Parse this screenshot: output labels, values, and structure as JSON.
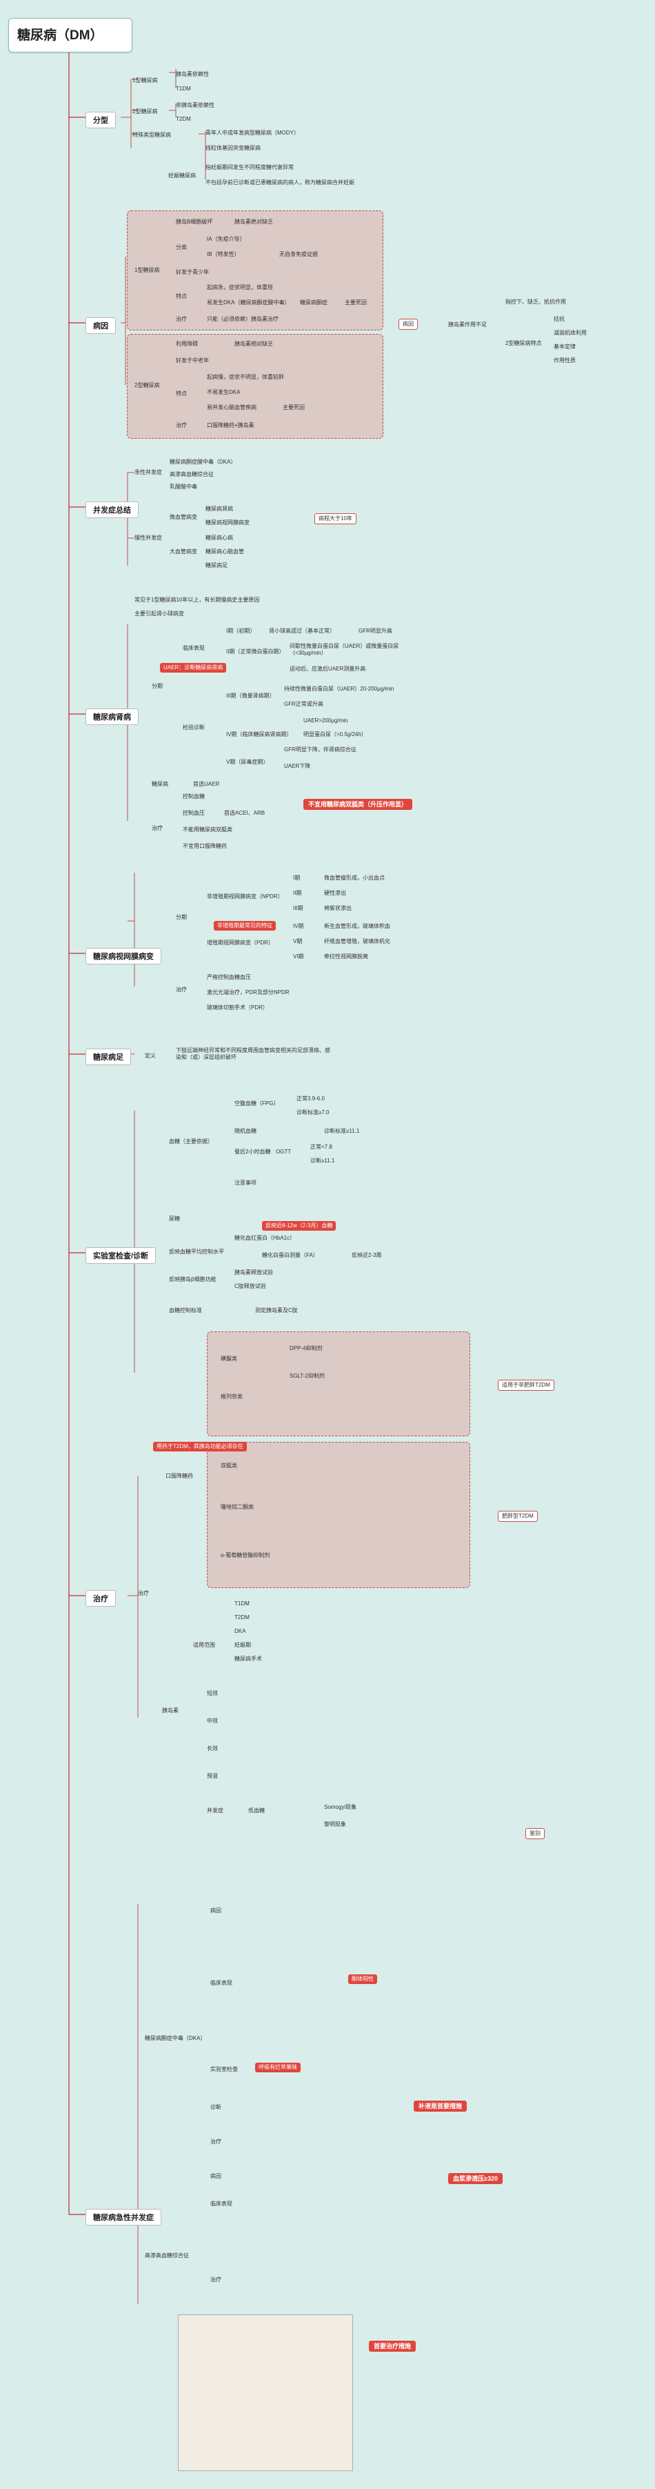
{
  "root": {
    "title": "糖尿病（DM）"
  },
  "main_sections": [
    {
      "label": "分型"
    },
    {
      "label": "病因"
    },
    {
      "label": "并发症总结"
    },
    {
      "label": "糖尿病肾病"
    },
    {
      "label": "糖尿病视网膜病变"
    },
    {
      "label": "糖尿病足"
    },
    {
      "label": "实验室检查/诊断"
    },
    {
      "label": "治疗"
    },
    {
      "label": "糖尿病急性并发症"
    }
  ],
  "classification": {
    "items": [
      "1型糖尿病",
      "2型糖尿病",
      "特殊类型糖尿病",
      "妊娠糖尿病"
    ],
    "sub": [
      "胰岛素依赖性",
      "T1DM",
      "非胰岛素依赖性",
      "T2DM",
      "青年人中成年发病型糖尿病（MODY）",
      "线粒体基因突变糖尿病",
      "指妊娠期间发生不同程度糖代谢异常",
      "不包括孕前已诊断或已患糖尿病的病人，称为糖尿病合并妊娠"
    ]
  },
  "etiology": {
    "t1": {
      "label": "1型糖尿病",
      "items": [
        "胰岛B细胞破坏",
        "胰岛素绝对缺乏",
        "分类",
        "IA（免疫介导）",
        "IB（特发性）",
        "无自身免疫证据",
        "好发于青少年",
        "特点",
        "起病急，症状明显，体重轻",
        "易发生DKA（糖尿病酮症酸中毒）",
        "糖尿病酮症",
        "主要死因",
        "治疗",
        "只能（必须依赖）胰岛素治疗"
      ]
    },
    "t2": {
      "label": "2型糖尿病",
      "items": [
        "利用障碍",
        "胰岛素相对缺乏",
        "好发于中老年",
        "特点",
        "起病慢，症状不明显，体重较胖",
        "不易发生DKA",
        "易并发心脑血管疾病",
        "主要死因",
        "治疗",
        "口服降糖药+胰岛素"
      ]
    },
    "summary": "病因",
    "right": [
      "胰岛素作用不足",
      "指控下、缺乏、抵抗作用",
      "拮抗",
      "减弱机体利用",
      "基本定律",
      "作用性质",
      "2型糖尿病特点"
    ]
  },
  "complications": {
    "acute": {
      "label": "急性并发症",
      "items": [
        "糖尿病酮症酸中毒（DKA）",
        "高渗高血糖综合征",
        "乳酸酸中毒"
      ]
    },
    "chronic": {
      "label": "慢性并发症",
      "items": [
        "微血管病变",
        "糖尿病肾病",
        "糖尿病视网膜病变",
        "大血管病变",
        "糖尿病心病",
        "糖尿病心脑血管",
        "糖尿病足"
      ]
    },
    "note": "病程大于10年"
  },
  "nephropathy": {
    "intro": [
      "常见于1型糖尿病10年以上，有长期慢病史主要原因",
      "主要引起肾小球病变"
    ],
    "stages": [
      "I期（初期）",
      "肾小球高滤过（基本正常）",
      "GFR明显升高",
      "II期（正常微白蛋白期）",
      "间歇性微量白蛋白尿（UAER）或微量蛋白尿（<30μg/min）",
      "运动后、应激后UAER测量升高",
      "III期（微量肾病期）",
      "持续性微量白蛋白尿（UAER）20-200μg/min",
      "GFR正常或升高",
      "IV期（临床糖尿病肾病期）",
      "UAER>200μg/min",
      "明显蛋白尿（>0.5g/24h）",
      "GFR明显下降，伴肾病综合征",
      "V期（尿毒症期）",
      "UAER下降"
    ],
    "diag": [
      "临床表现",
      "检验诊断",
      "糖尿病",
      "首选UAER",
      "分期"
    ],
    "hl1": "UAER：诊断糖尿病肾病",
    "treat": [
      "治疗",
      "控制血糖",
      "控制血压",
      "首选ACEI、ARB",
      "不能用糖尿病双胍类",
      "不宜用口服降糖药"
    ],
    "hl2": "不宜用糖尿病双胍类（升压作用显）"
  },
  "retinopathy": {
    "items": [
      "分期",
      "非增殖期视网膜病变（NPDR）",
      "I期",
      "II期",
      "III期",
      "增殖期视网膜病变（PDR）",
      "IV期",
      "V期",
      "VI期"
    ],
    "desc": [
      "微血管瘤形成，小出血点",
      "硬性渗出",
      "棉絮状渗出",
      "新生血管形成，玻璃体积血",
      "纤维血管增殖，玻璃体机化",
      "牵拉性视网膜脱离"
    ],
    "hl": "非增殖期最常见的特征",
    "treat": [
      "治疗",
      "严格控制血糖血压",
      "激光光凝治疗，PDR及部分NPDR",
      "玻璃体切割手术（PDR）"
    ]
  },
  "foot": {
    "label": "定义",
    "desc": "下肢远端神经异常和不同程度周围血管病变相关的足部溃疡、感染和（或）深层组织破坏"
  },
  "lab": {
    "items": [
      "血糖（主要依据）",
      "空腹血糖（FPG）",
      "正常3.9-6.0",
      "诊断标准≥7.0",
      "随机血糖",
      "餐后2小时血糖",
      "诊断标准≥11.1",
      "OGTT",
      "正常<7.8",
      "诊断≥11.1",
      "注意事项",
      "糖化血红蛋白（HbA1c）",
      "胰岛素释放试验",
      "C肽释放试验",
      "尿糖",
      "血糖控制标准"
    ],
    "hl": "反映近8-12w（2-3月）血糖",
    "others": [
      "反映血糖平均控制水平",
      "糖化白蛋白测量（FA）",
      "反映近2-3周",
      "反映胰岛β细胞功能",
      "测定胰岛素及C肽"
    ]
  },
  "treatment": {
    "label": "治疗",
    "oral": {
      "label": "口服降糖药",
      "items": [
        "磺脲类",
        "格列奈类",
        "双胍类",
        "α-葡萄糖苷酶抑制剂",
        "噻唑烷二酮类",
        "DPP-4抑制剂",
        "SGLT-2抑制剂"
      ]
    },
    "hl": "用药于T2DM，其胰岛功能必须存在",
    "insulin": {
      "label": "胰岛素",
      "items": [
        "适用范围",
        "T1DM",
        "T2DM",
        "DKA",
        "妊娠期",
        "糖尿病手术",
        "短效",
        "中效",
        "长效",
        "预混",
        "并发症",
        "低血糖",
        "Somogyi现象",
        "黎明现象"
      ]
    },
    "side1": "适用于非肥胖T2DM",
    "side2": "肥胖型T2DM",
    "side3": "鉴别"
  },
  "acute_comp": {
    "dka": {
      "label": "糖尿病酮症中毒（DKA）",
      "items": [
        "病因",
        "临床表现",
        "实验室检查",
        "诊断",
        "治疗"
      ]
    },
    "hl1": "酮体阳性",
    "hl2": "呼吸有烂苹果味",
    "hl3": "补液是首要措施",
    "hhs": {
      "label": "高渗高血糖综合征",
      "items": [
        "病因",
        "临床表现",
        "治疗"
      ]
    },
    "hl4": "血浆渗透压≥320",
    "hl5": "首要治疗措施"
  }
}
